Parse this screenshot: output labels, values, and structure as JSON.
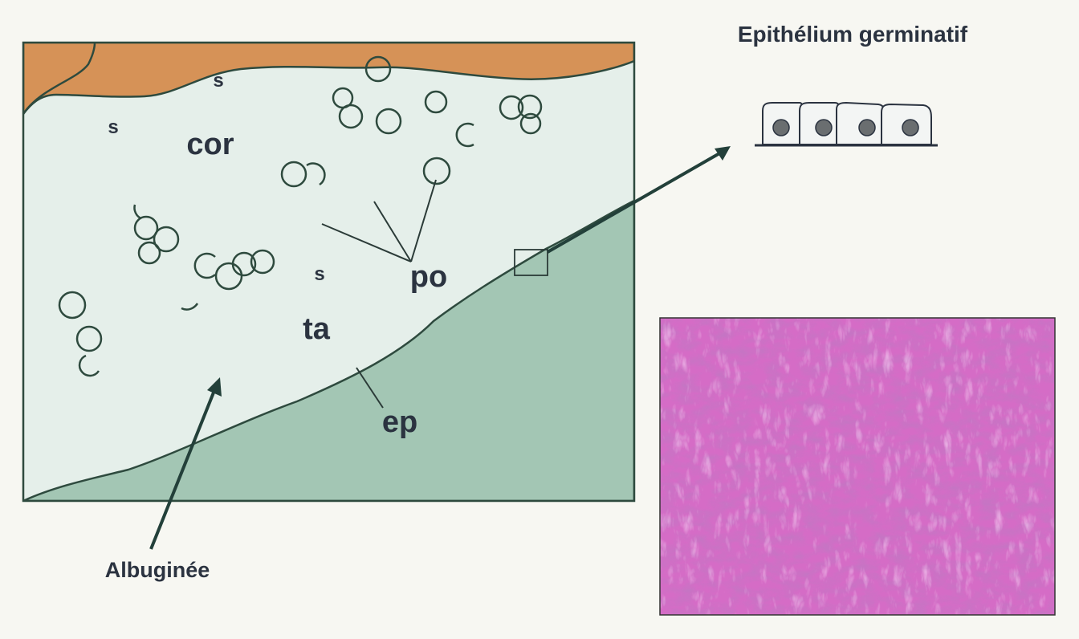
{
  "title": "Epithélium germinatif",
  "labels": {
    "s": "s",
    "cor": "cor",
    "po": "po",
    "ta": "ta",
    "ep": "ep",
    "albuginee": "Albuginée"
  },
  "colors": {
    "background": "#f7f7f2",
    "medulla": "#d69257",
    "cortex": "#e5efea",
    "surface_tissue": "#a3c6b4",
    "outline": "#2e4a3e",
    "micrograph": "#c954b8"
  },
  "micrograph": {
    "description_icon": "histology-micrograph"
  }
}
